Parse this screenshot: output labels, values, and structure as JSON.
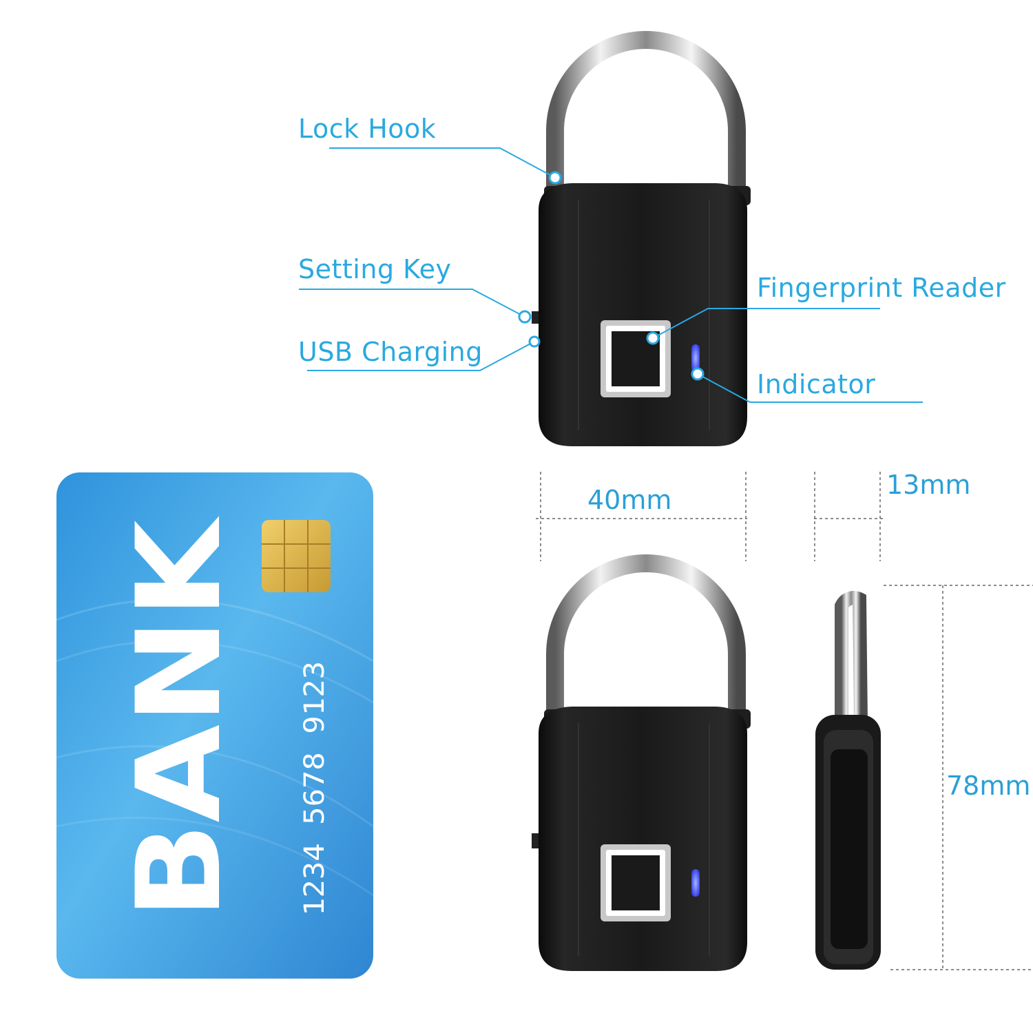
{
  "colors": {
    "accent": "#29a9e0",
    "dimension_text": "#2a9fd6",
    "lock_body": "#141414",
    "indicator_led": "#3f4cff",
    "card_blue": "#3a9fe0",
    "chip_gold": "#d9b14a"
  },
  "callouts": {
    "lock_hook": "Lock Hook",
    "setting_key": "Setting Key",
    "usb_charging": "USB Charging",
    "fingerprint_reader": "Fingerprint Reader",
    "indicator": "Indicator"
  },
  "dimensions": {
    "width": "40mm",
    "depth": "13mm",
    "height": "78mm"
  },
  "card": {
    "brand": "BANK",
    "number": "1234 5678 9123"
  },
  "icons": {
    "lock": "padlock-icon",
    "fingerprint": "fingerprint-sensor-icon",
    "chip": "card-chip-icon"
  }
}
